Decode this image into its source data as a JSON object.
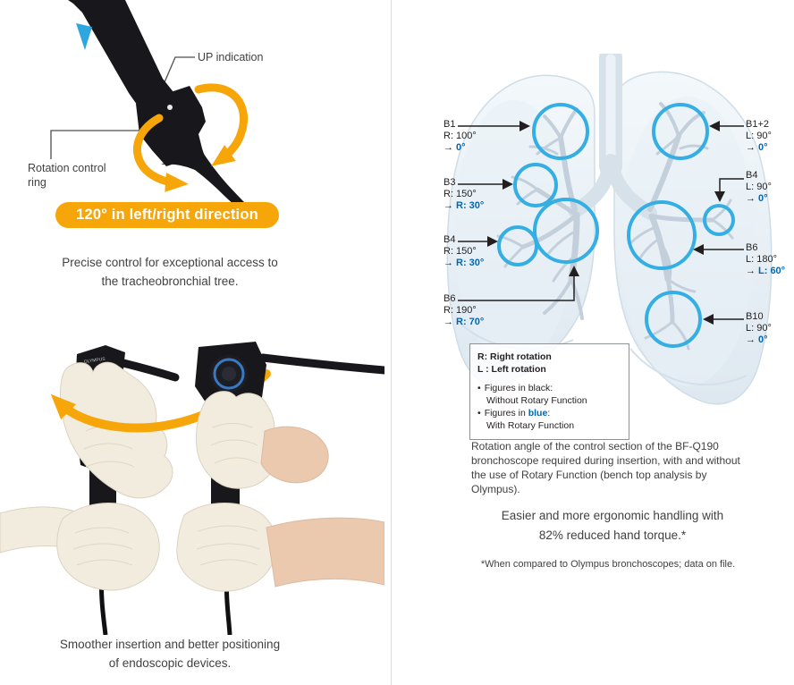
{
  "left": {
    "scope": {
      "up_label": "UP indication",
      "ring_label_1": "Rotation control",
      "ring_label_2": "ring",
      "banner": "120° in left/right direction"
    },
    "caption1_line1": "Precise control for exceptional access to",
    "caption1_line2": "the tracheobronchial tree.",
    "hands_brand": "OLYMPUS",
    "caption2_line1": "Smoother insertion and better positioning",
    "caption2_line2": "of endoscopic devices."
  },
  "right": {
    "arrow": "→",
    "bullet": "•",
    "labels": [
      {
        "name": "B1",
        "base": "R: 100°",
        "rotary": "0°"
      },
      {
        "name": "B3",
        "base": "R: 150°",
        "rotary": "R: 30°"
      },
      {
        "name": "B4",
        "base": "R: 150°",
        "rotary": "R: 30°"
      },
      {
        "name": "B6",
        "base": "R: 190°",
        "rotary": "R: 70°"
      },
      {
        "name": "B1+2",
        "base": "L: 90°",
        "rotary": "0°"
      },
      {
        "name": "B4",
        "base": "L: 90°",
        "rotary": "0°"
      },
      {
        "name": "B6",
        "base": "L: 180°",
        "rotary": "L: 60°"
      },
      {
        "name": "B10",
        "base": "L: 90°",
        "rotary": "0°"
      }
    ],
    "legend": {
      "r_line": "R: Right rotation",
      "l_line": "L : Left rotation",
      "b1_text": "Figures in black:",
      "b1_sub": "Without Rotary Function",
      "b2_prefix": "Figures in ",
      "b2_word": "blue",
      "b2_colon": ":",
      "b2_sub": "With Rotary Function"
    },
    "paragraph": "Rotation angle of the control section of the BF-Q190 bronchoscope required during insertion, with and without the use of Rotary Function (bench top analysis by Olympus).",
    "statement_line1": "Easier and more ergonomic handling with",
    "statement_line2": "82% reduced hand torque.*",
    "footnote": "*When compared to Olympus bronchoscopes; data on file."
  },
  "colors": {
    "accent_orange": "#F7A60A",
    "rotary_blue_text": "#0066B2",
    "circle_blue": "#35AEE3",
    "label_black": "#231F20",
    "body_text": "#414042",
    "scope_accent_blue": "#2EA7E0"
  }
}
